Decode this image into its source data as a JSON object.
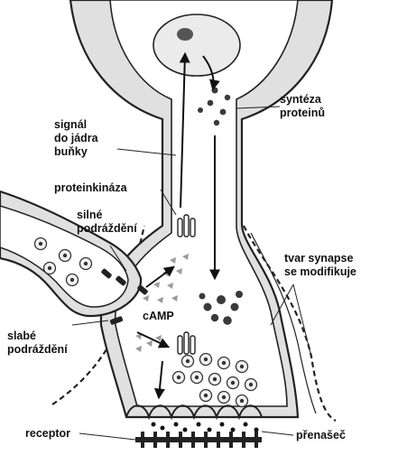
{
  "labels": {
    "synthesis_line1": "syntéza",
    "synthesis_line2": "proteinů",
    "signal_line1": "signál",
    "signal_line2": "do jádra",
    "signal_line3": "buňky",
    "protein_kinase": "proteinkináza",
    "strong_line1": "silné",
    "strong_line2": "podráždění",
    "synapse_line1": "tvar synapse",
    "synapse_line2": "se modifikuje",
    "camp": "cAMP",
    "weak_line1": "slabé",
    "weak_line2": "podráždění",
    "receptor": "receptor",
    "transmitter": "přenašeč"
  },
  "colors": {
    "cell_fill": "#e0e0e0",
    "outline": "#222222",
    "nucleus": "#ebebeb",
    "camp_triangles": "#9a9a9a",
    "protein_dots": "#3a3a3a"
  }
}
